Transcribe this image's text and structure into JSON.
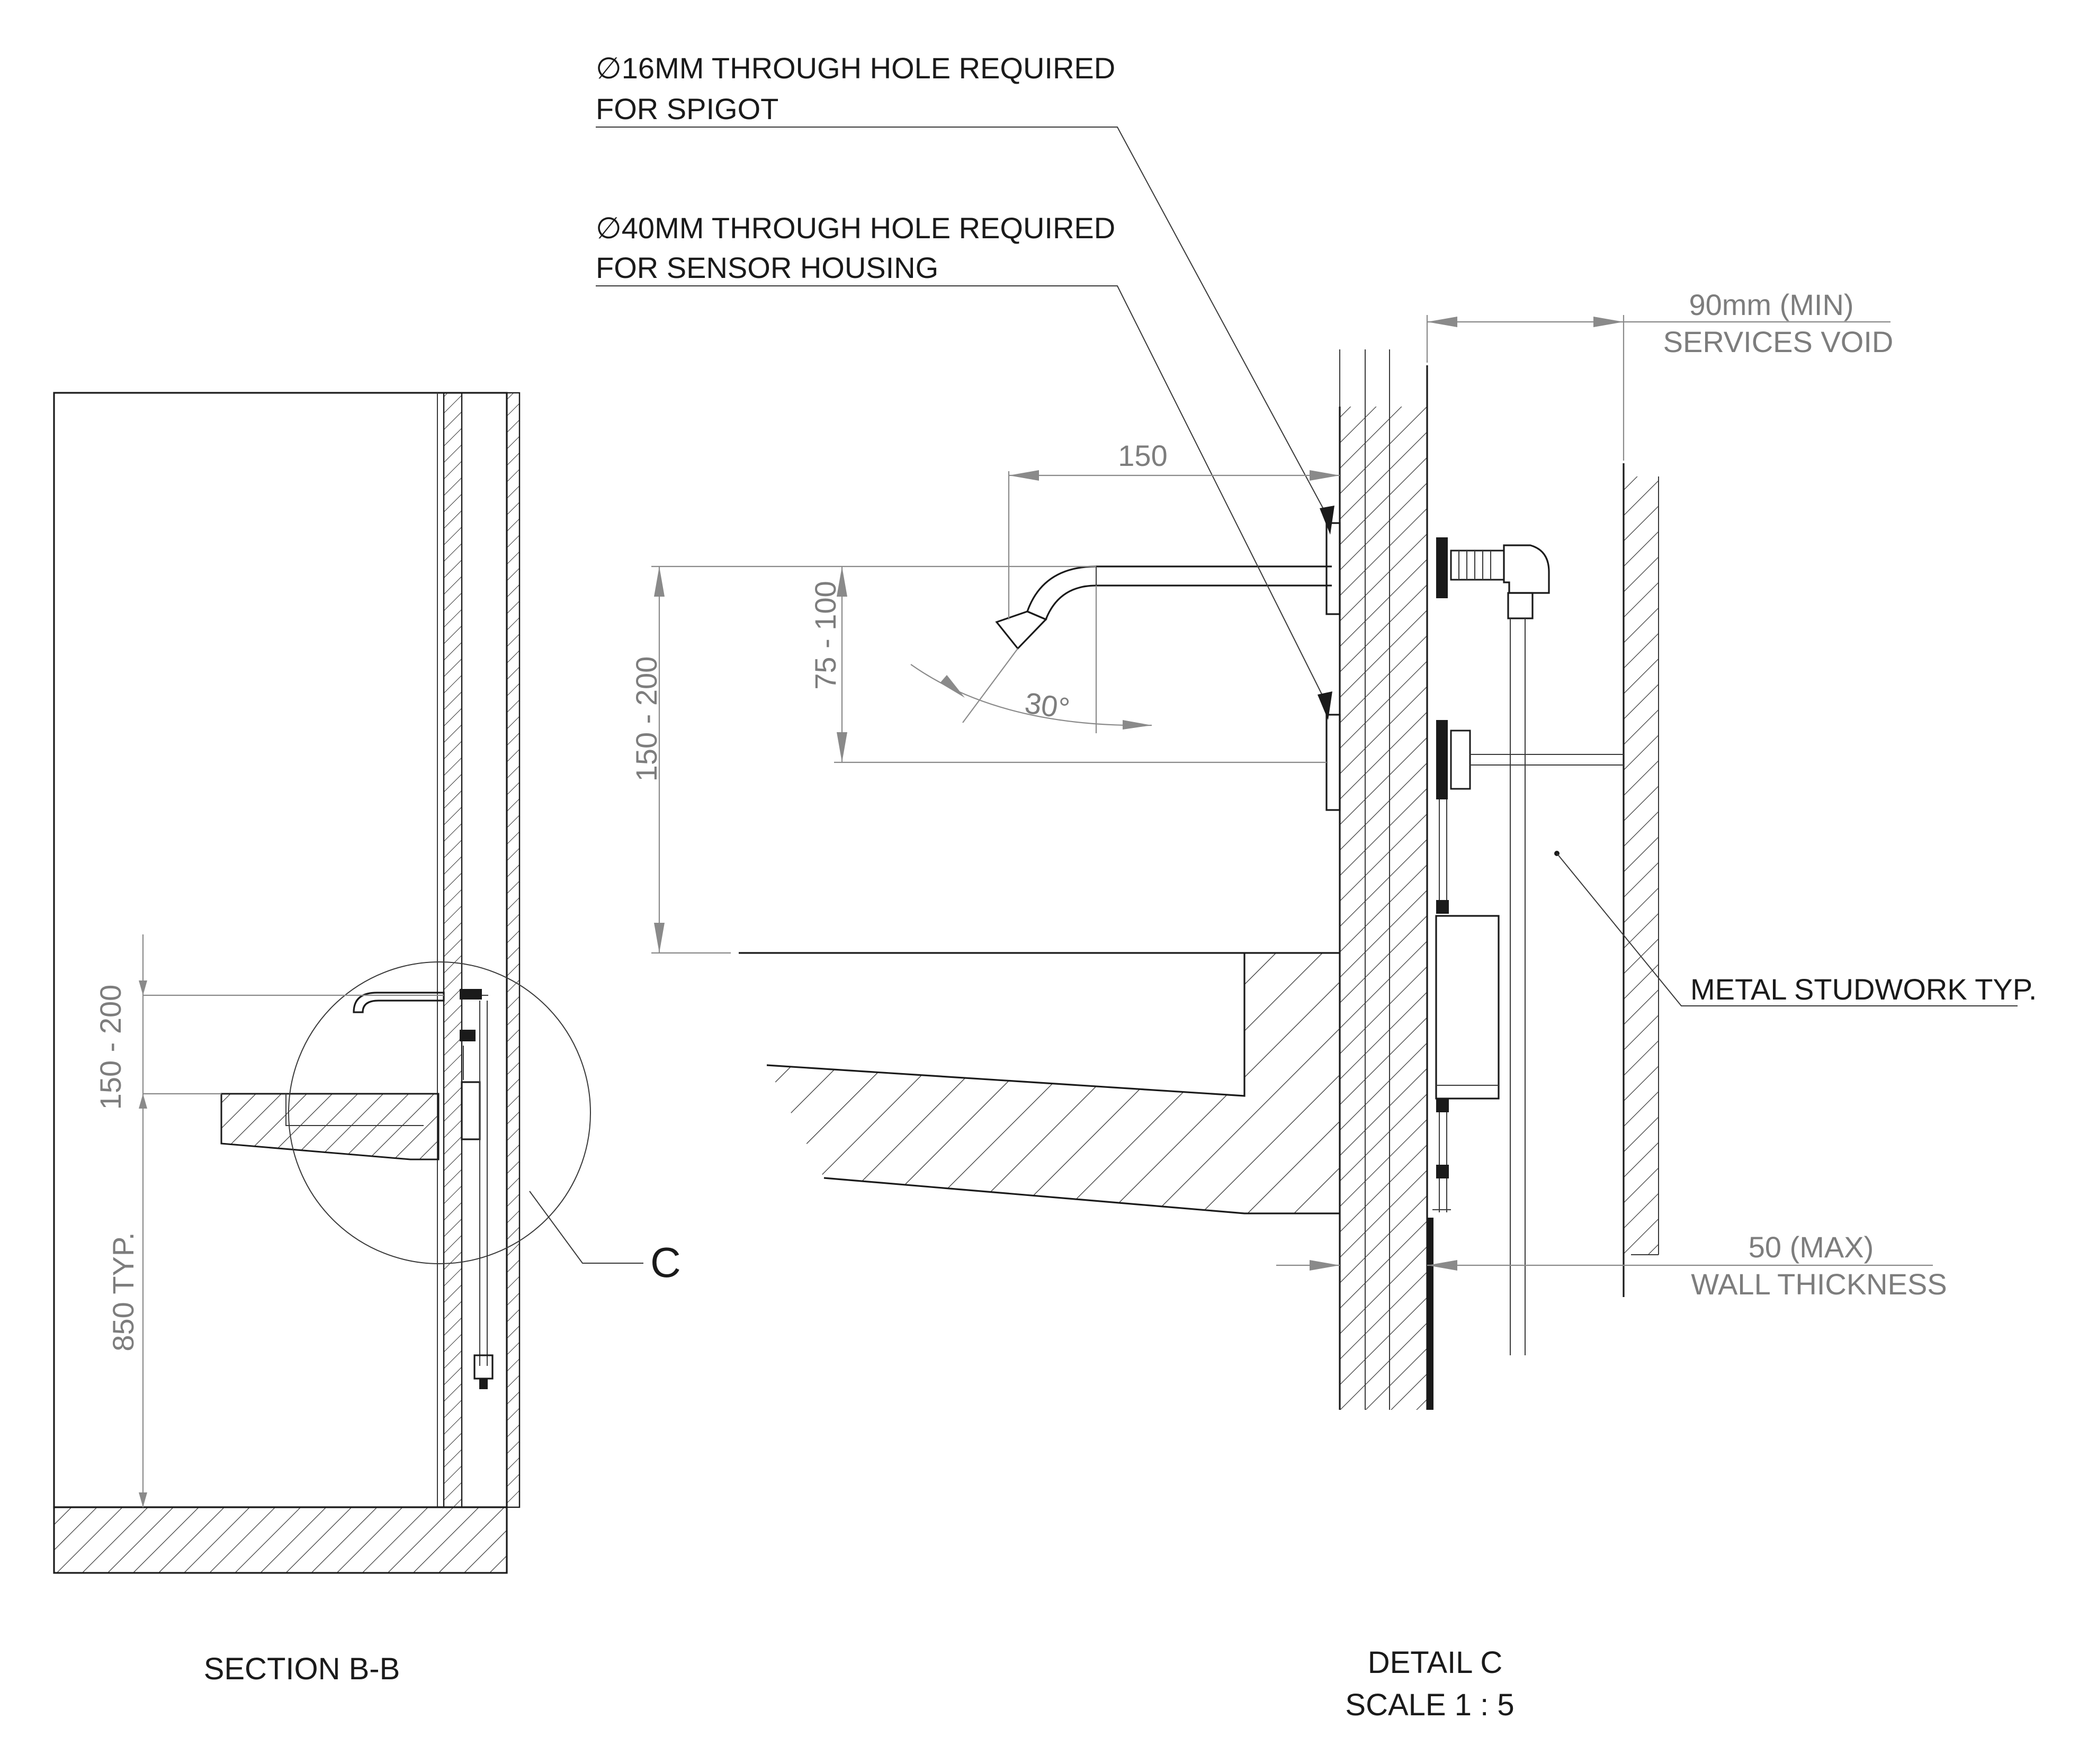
{
  "notes": {
    "spigot_hole_line1": "∅16MM THROUGH HOLE REQUIRED",
    "spigot_hole_line2": "FOR SPIGOT",
    "sensor_hole_line1": "∅40MM THROUGH HOLE REQUIRED",
    "sensor_hole_line2": "FOR SENSOR HOUSING",
    "studwork": "METAL STUDWORK TYP."
  },
  "dimensions": {
    "services_void_value": "90mm (MIN)",
    "services_void_label": "SERVICES VOID",
    "wall_thickness_value": "50 (MAX)",
    "wall_thickness_label": "WALL THICKNESS",
    "spout_reach": "150",
    "spout_height_detail": "150 - 200",
    "sensor_offset": "75 - 100",
    "angle": "30°",
    "spout_height_section": "150 - 200",
    "basin_height": "850 TYP."
  },
  "labels": {
    "detail_callout": "C",
    "section_title": "SECTION B-B",
    "detail_title": "DETAIL C",
    "detail_scale": "SCALE 1 : 5"
  },
  "colors": {
    "line": "#1a1a1a",
    "dimension": "#8a8a8a",
    "background": "#ffffff"
  }
}
